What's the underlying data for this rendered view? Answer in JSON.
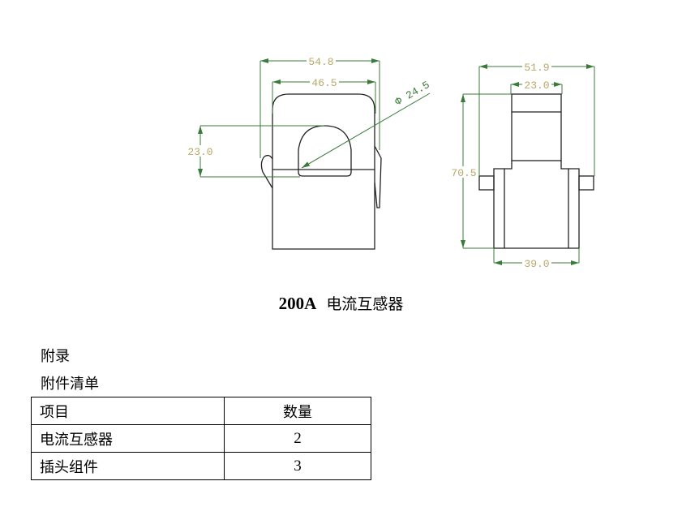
{
  "drawing": {
    "front_view": {
      "width_outer": "54.8",
      "width_inner": "46.5",
      "height_window": "23.0",
      "diameter": "Φ 24.5"
    },
    "side_view": {
      "width_outer": "51.9",
      "width_top": "23.0",
      "height": "70.5",
      "width_bottom": "39.0"
    },
    "caption_model": "200A",
    "caption_name": "电流互感器"
  },
  "appendix": {
    "title": "附录",
    "subtitle": "附件清单"
  },
  "table": {
    "headers": [
      "项目",
      "数量"
    ],
    "rows": [
      {
        "item": "电流互感器",
        "qty": "2"
      },
      {
        "item": "插头组件",
        "qty": "3"
      }
    ]
  }
}
